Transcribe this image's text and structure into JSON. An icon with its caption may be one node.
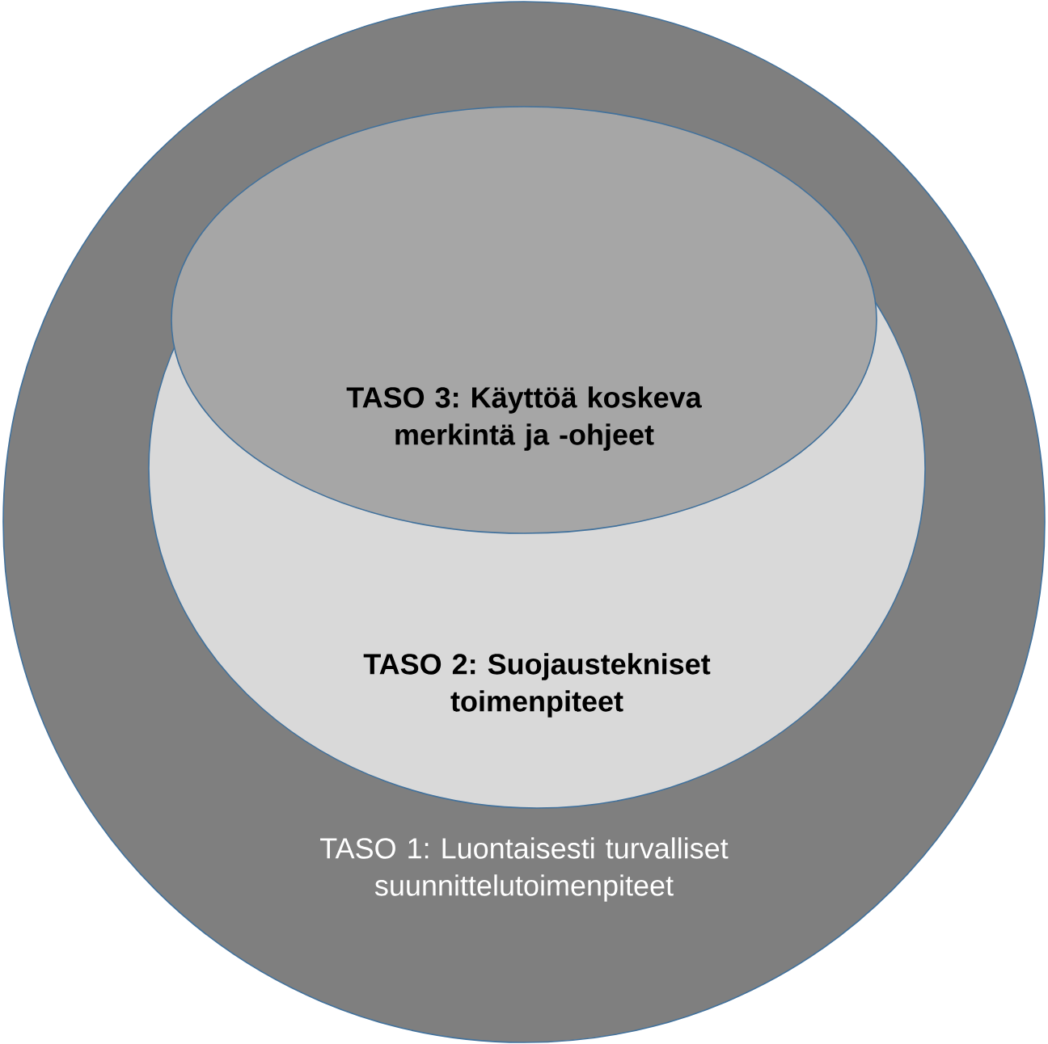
{
  "diagram": {
    "nodes": [
      {
        "text": [
          "TASO 1: Luontaisesti turvalliset suunnittelutoimenpiteet"
        ]
      },
      {
        "text": [
          "TASO 2: Suojaustekniset toimenpiteet"
        ],
        "in": 0
      },
      {
        "text": [
          "TASO 3: Käyttöä koskeva merkintä ja -ohjeet"
        ],
        "in": 1
      }
    ]
  }
}
